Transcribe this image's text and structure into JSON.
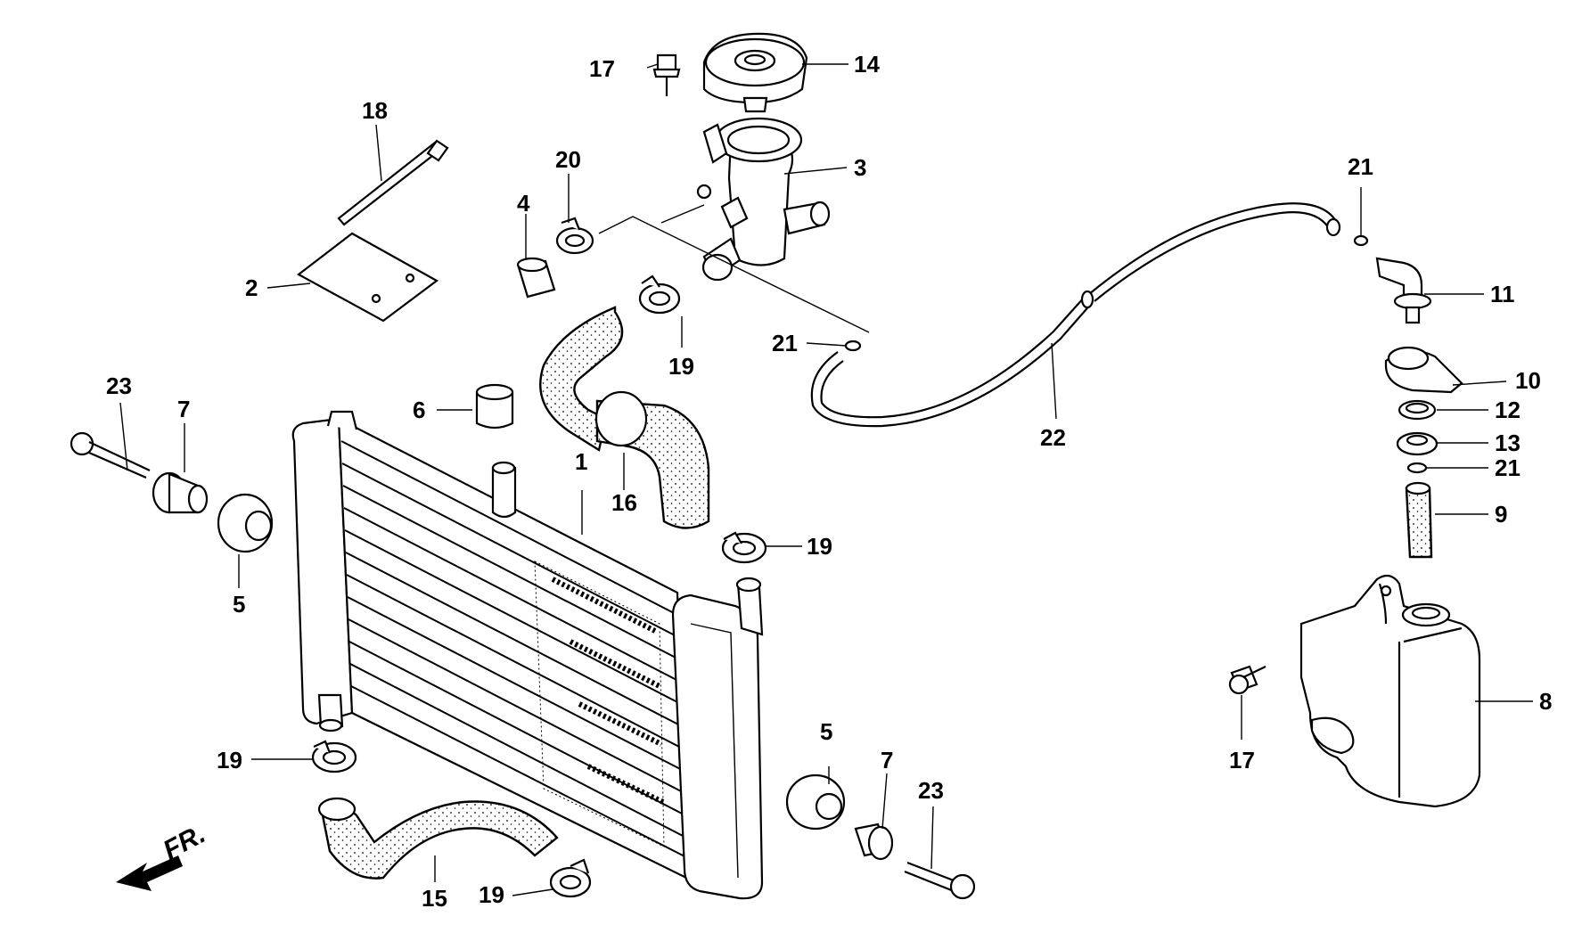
{
  "callouts": {
    "c1": "1",
    "c2": "2",
    "c3": "3",
    "c4": "4",
    "c5a": "5",
    "c5b": "5",
    "c6": "6",
    "c7a": "7",
    "c7b": "7",
    "c8": "8",
    "c9": "9",
    "c10": "10",
    "c11": "11",
    "c12": "12",
    "c13": "13",
    "c14": "14",
    "c15": "15",
    "c16": "16",
    "c17a": "17",
    "c17b": "17",
    "c18": "18",
    "c19a": "19",
    "c19b": "19",
    "c19c": "19",
    "c19d": "19",
    "c20": "20",
    "c21a": "21",
    "c21b": "21",
    "c21c": "21",
    "c22": "22",
    "c23a": "23",
    "c23b": "23"
  },
  "front_marker": "FR."
}
